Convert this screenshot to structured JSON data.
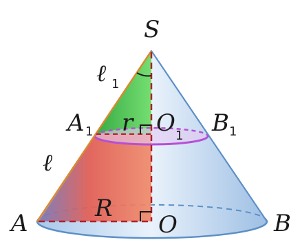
{
  "labels": {
    "S": "S",
    "A": "A",
    "B": "B",
    "O": "O",
    "A1": "A",
    "A1_sub": "1",
    "B1": "B",
    "B1_sub": "1",
    "O1": "O",
    "O1_sub": "1",
    "r": "r",
    "R": "R",
    "l": "ℓ",
    "l1": "ℓ",
    "l1_sub": "1"
  },
  "colors": {
    "cone_fill": "#bcd6ee",
    "cone_edge": "#5b8fc6",
    "green": "#3cc04a",
    "red": "#e0564f",
    "section_ring": "#b64fd6",
    "section_fill": "#e2c9f2",
    "axis": "#b0202a",
    "edge": "#d88a2f"
  }
}
